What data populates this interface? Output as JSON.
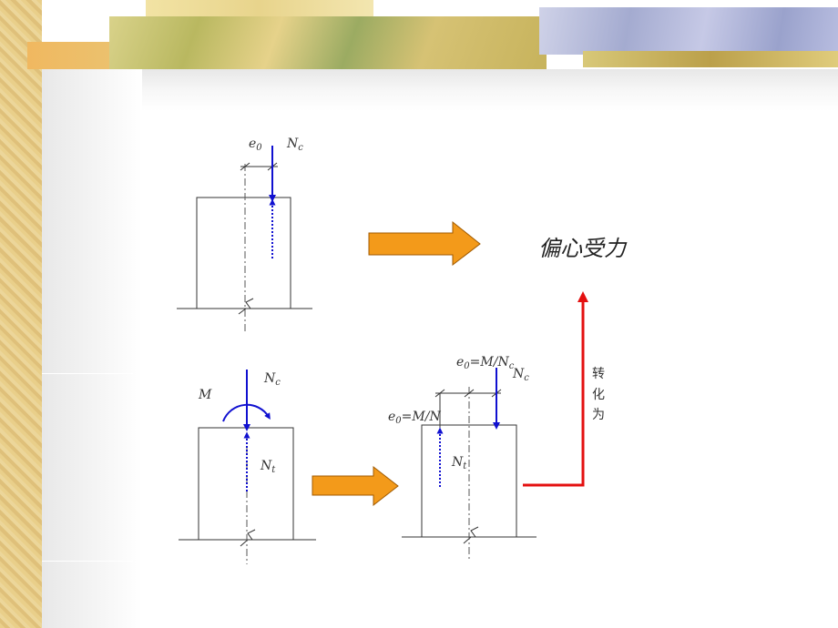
{
  "header": {
    "decoration": "photo-banner"
  },
  "diagram": {
    "top": {
      "label_e0": "e",
      "label_e0_sub": "0",
      "label_n": "N",
      "label_n_sub": "c"
    },
    "result_text": "偏心受力",
    "bottom_left": {
      "label_m": "M",
      "label_n": "N",
      "label_n_sub": "c",
      "label_nt": "N",
      "label_nt_sub": "t"
    },
    "bottom_right": {
      "label_top_e": "e",
      "label_top_e_sub": "0",
      "label_top_rest": "=M/N",
      "label_top_rest_sub": "c",
      "label_nc": "N",
      "label_nc_sub": "c",
      "label_left_e": "e",
      "label_left_e_sub": "0",
      "label_left_rest": "=M/N",
      "label_nt": "N",
      "label_nt_sub": "t"
    },
    "convert_label": [
      "转",
      "化",
      "为"
    ],
    "colors": {
      "force_arrow": "#1010d0",
      "big_arrow": "#f39a1a",
      "result_arrow": "#e41010"
    }
  }
}
